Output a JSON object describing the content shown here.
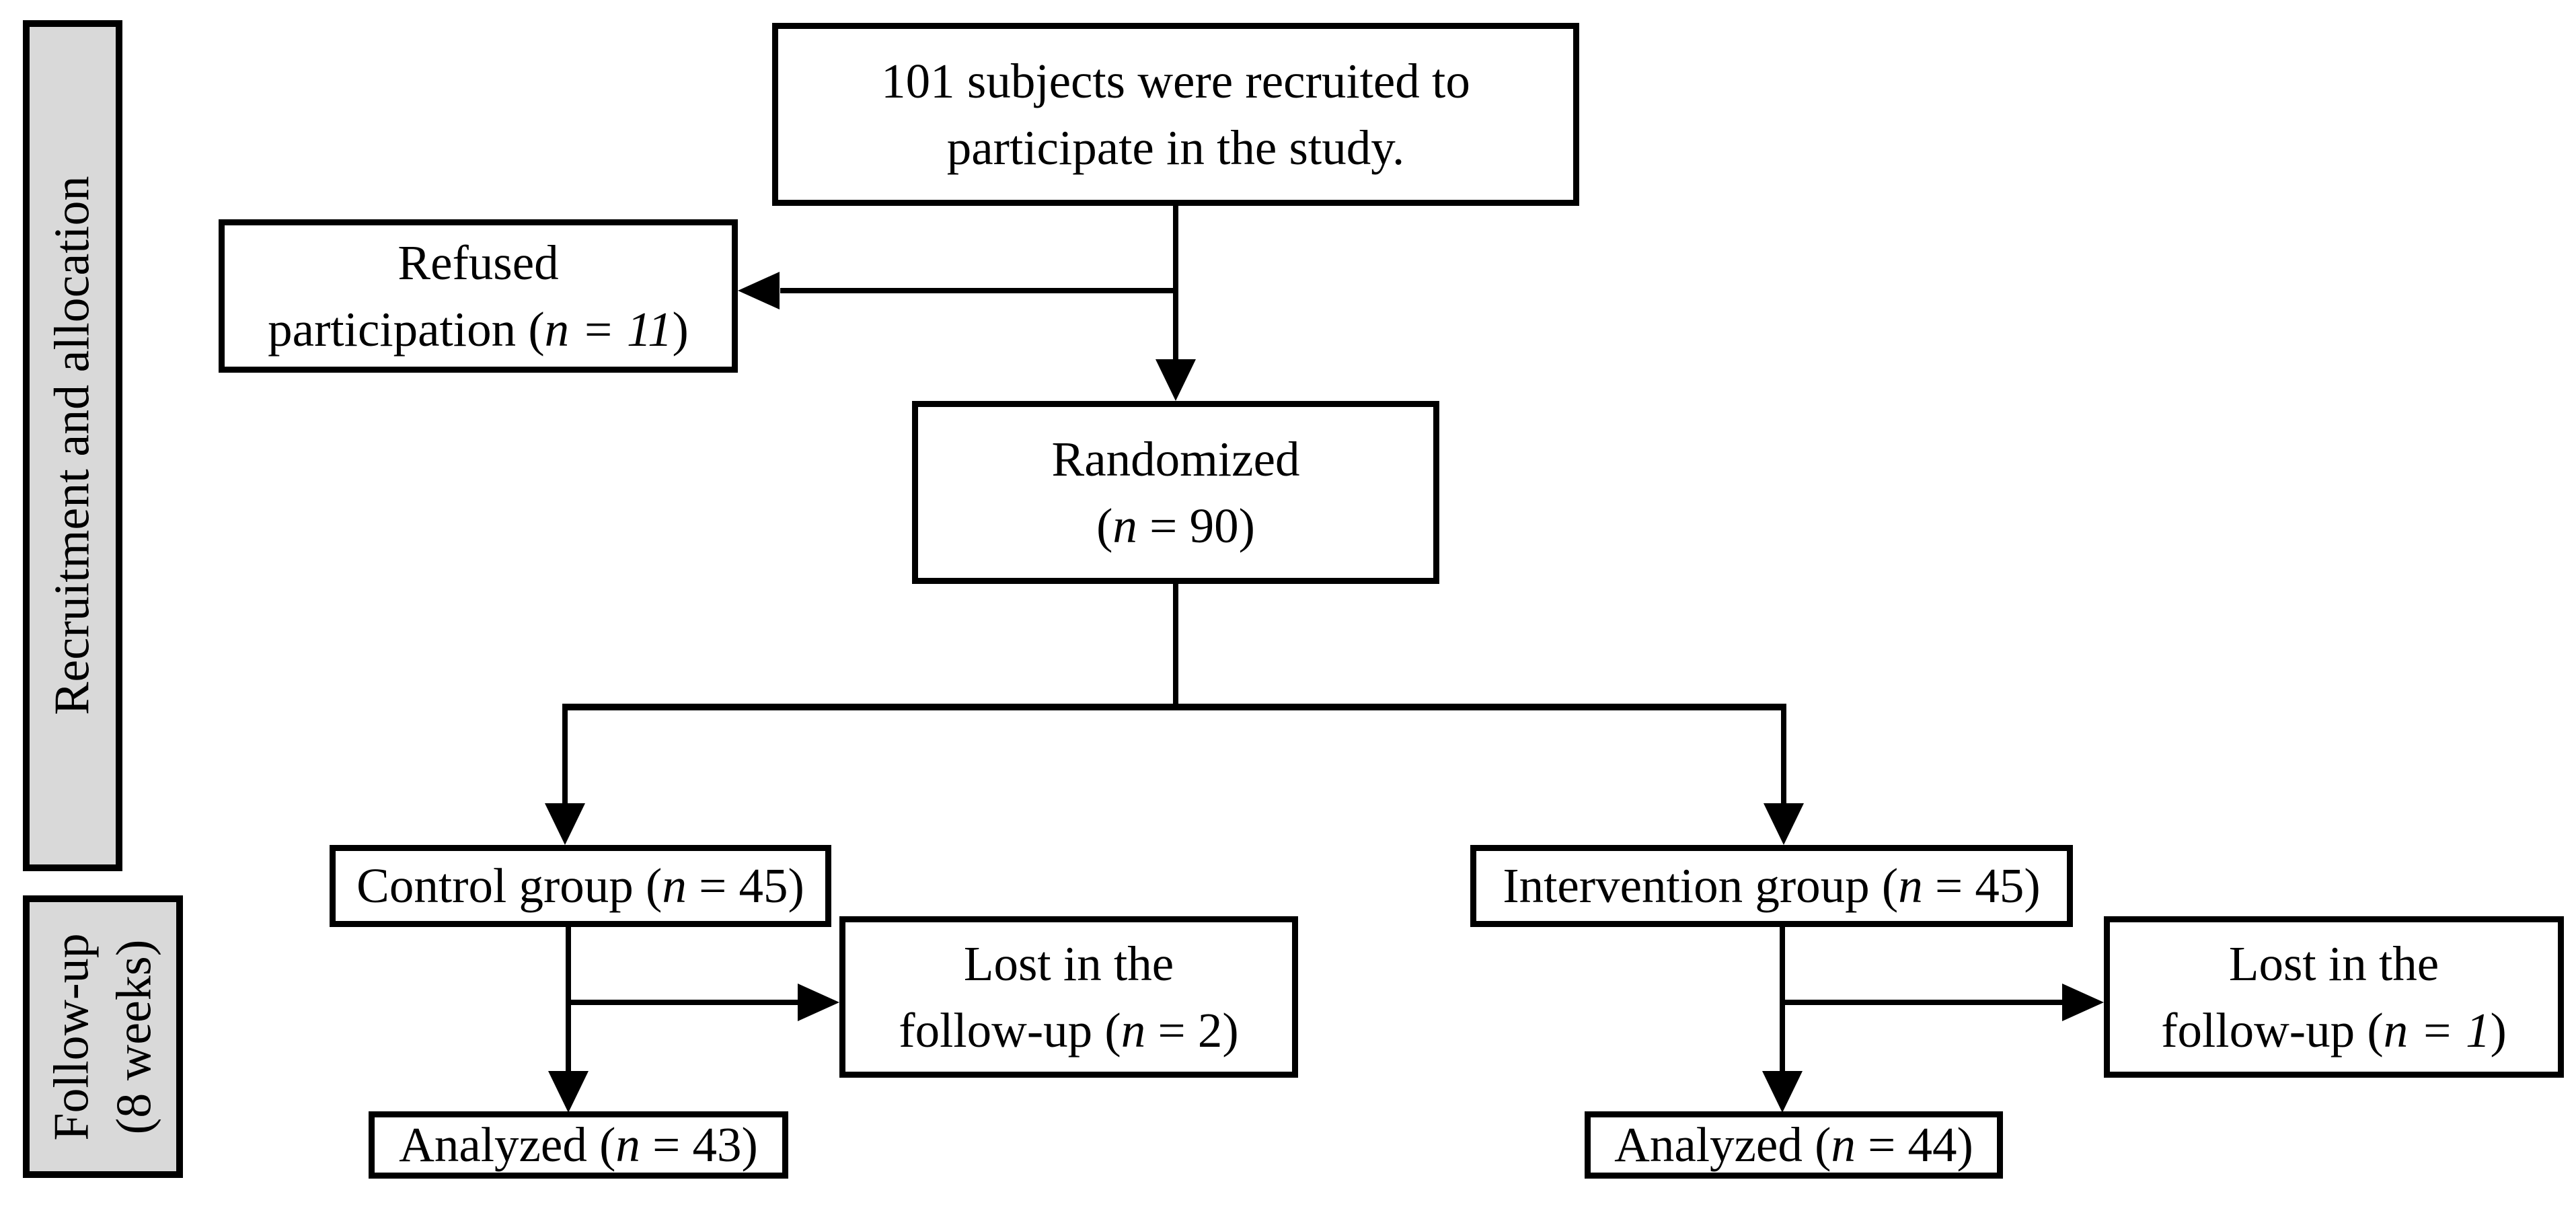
{
  "figure": {
    "kind": "participant-flow-diagram",
    "background_color": "#ffffff",
    "line_color": "#000000",
    "sidebar_fill_color": "#d9d9d9",
    "text_color": "#000000"
  },
  "sidebar": {
    "phases": [
      {
        "id": "recruitment",
        "label": "Recruitment and allocation"
      },
      {
        "id": "followup",
        "label_line1": "Follow-up",
        "label_line2": "(8 weeks)"
      }
    ]
  },
  "nodes": {
    "recruited": {
      "line1": "101 subjects were recruited to",
      "line2": "participate in the study."
    },
    "refused": {
      "line1": "Refused",
      "line2_pre": "participation (",
      "line2_italic": "n = 11",
      "line2_post": ")"
    },
    "randomized": {
      "line1": "Randomized",
      "line2_pre": "(",
      "line2_italic": "n",
      "line2_post": " = 90)"
    },
    "control": {
      "pre": "Control group (",
      "italic": "n",
      "post": " = 45)"
    },
    "intervention": {
      "pre": "Intervention group (",
      "italic": "n",
      "post": " = 45)"
    },
    "lost_control": {
      "line1": "Lost in the",
      "line2_pre": "follow-up (",
      "line2_italic": "n",
      "line2_post": " = 2)"
    },
    "lost_intervention": {
      "line1": "Lost in the",
      "line2_pre": "follow-up (",
      "line2_italic": "n = 1",
      "line2_post": ")"
    },
    "analyzed_control": {
      "pre": "Analyzed (",
      "italic": "n",
      "post": " = 43)"
    },
    "analyzed_intervention": {
      "pre": "Analyzed (",
      "italic": "n",
      "post": " = 44)"
    }
  },
  "edges": [
    {
      "from": "recruited",
      "to": "randomized"
    },
    {
      "from": "recruited",
      "to": "refused"
    },
    {
      "from": "randomized",
      "to": "control"
    },
    {
      "from": "randomized",
      "to": "intervention"
    },
    {
      "from": "control",
      "to": "lost_control"
    },
    {
      "from": "control",
      "to": "analyzed_control"
    },
    {
      "from": "intervention",
      "to": "lost_intervention"
    },
    {
      "from": "intervention",
      "to": "analyzed_intervention"
    }
  ]
}
